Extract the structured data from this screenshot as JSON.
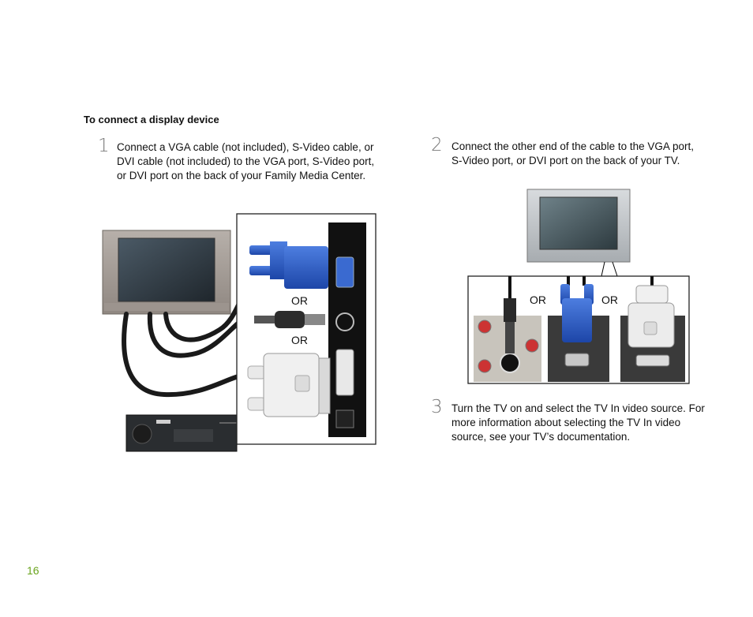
{
  "section_title": "To connect a display device",
  "steps": [
    {
      "number": "1",
      "text": "Connect a VGA cable (not included), S-Video cable, or DVI cable (not included) to the VGA port, S-Video port, or DVI port on the back of your Family Media Center."
    },
    {
      "number": "2",
      "text": "Connect the other end of the cable to the VGA port, S-Video port, or DVI port on the back of your TV."
    },
    {
      "number": "3",
      "text": "Turn the TV on and select the TV In video source. For more information about selecting the TV In video source, see your TV’s documentation."
    }
  ],
  "figure1": {
    "or_labels": [
      "OR",
      "OR"
    ]
  },
  "figure2": {
    "or_labels": [
      "OR",
      "OR"
    ]
  },
  "page_number": "16"
}
